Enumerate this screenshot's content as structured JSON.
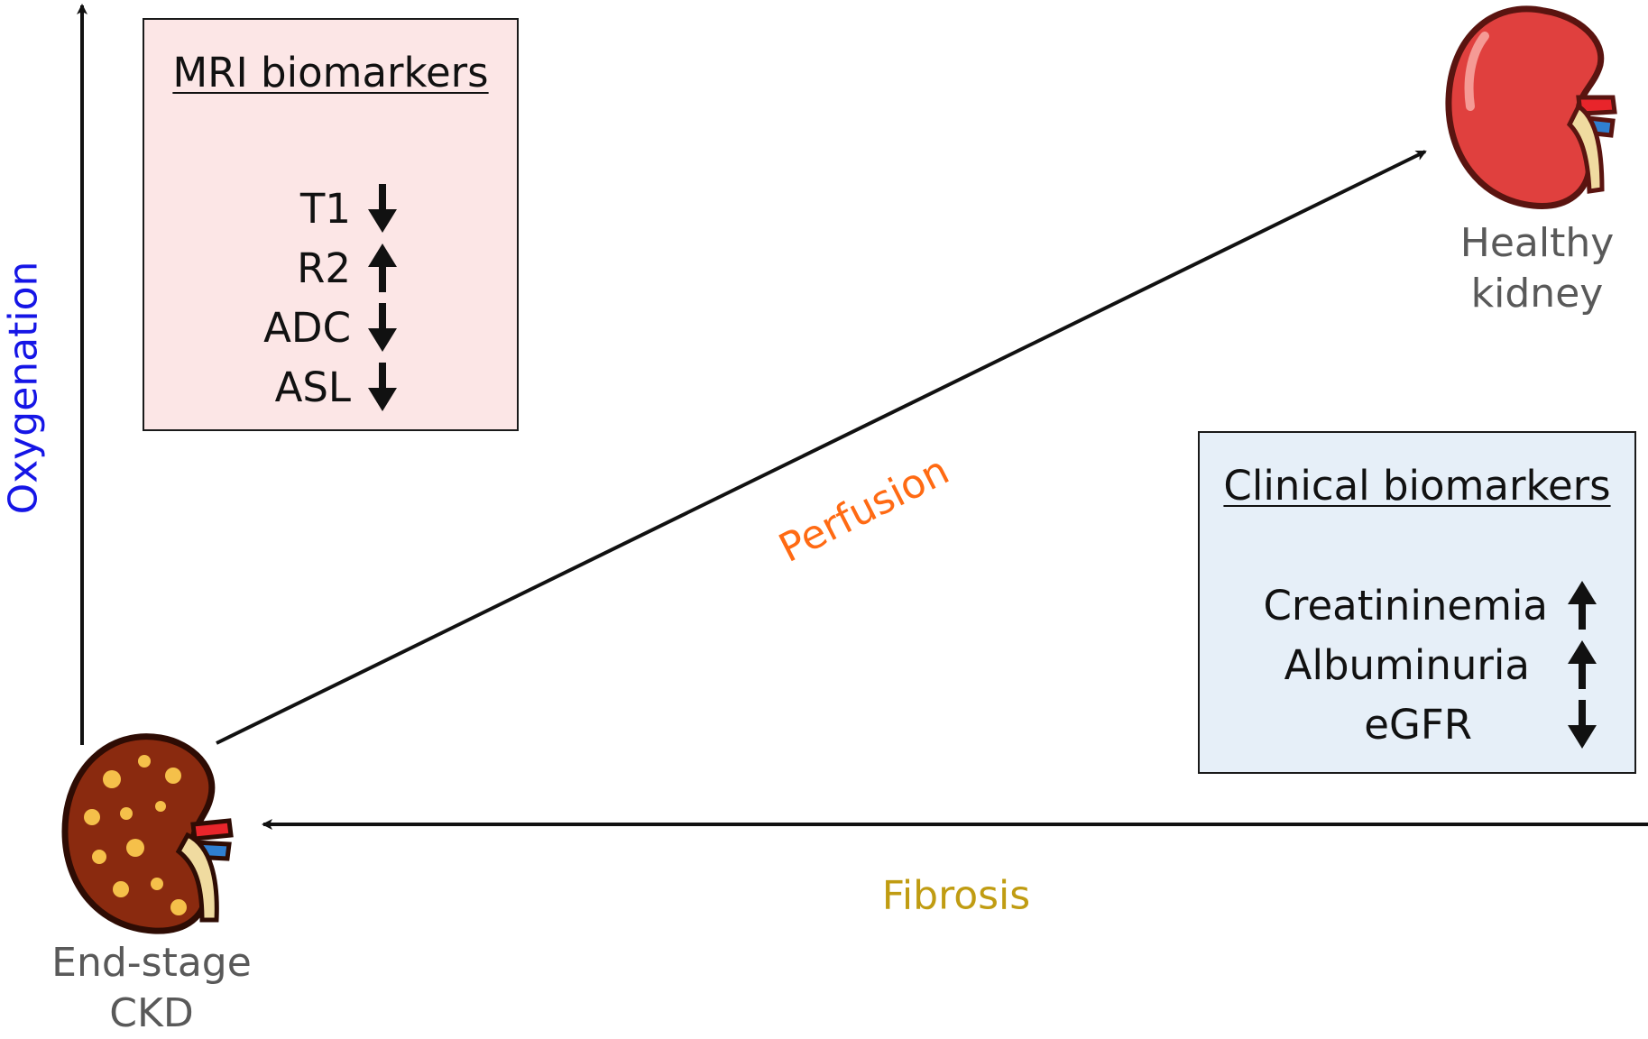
{
  "axes": {
    "oxygenation": "Oxygenation",
    "perfusion": "Perfusion",
    "fibrosis": "Fibrosis"
  },
  "mri_box": {
    "title": "MRI biomarkers",
    "items": [
      {
        "label": "T1",
        "direction": "down"
      },
      {
        "label": "R2",
        "direction": "up"
      },
      {
        "label": "ADC",
        "direction": "down"
      },
      {
        "label": "ASL",
        "direction": "down"
      }
    ]
  },
  "clinical_box": {
    "title": "Clinical biomarkers",
    "items": [
      {
        "label": "Creatininemia",
        "direction": "up"
      },
      {
        "label": "Albuminuria",
        "direction": "up"
      },
      {
        "label": "eGFR",
        "direction": "down"
      }
    ]
  },
  "healthy": {
    "line1": "Healthy",
    "line2": "kidney"
  },
  "ckd": {
    "line1": "End-stage",
    "line2": "CKD"
  },
  "colors": {
    "oxygenation": "#1515e6",
    "perfusion": "#ff6a13",
    "fibrosis": "#c09c12",
    "mri_box_fill": "#fce6e6",
    "clinical_box_fill": "#e6eff8",
    "healthy_kidney": "#e0403e",
    "ckd_kidney": "#8a2a0f",
    "ckd_spots": "#f5c04a",
    "artery": "#e8252b",
    "vein": "#2f7fd1",
    "ureter": "#f0dba0"
  }
}
